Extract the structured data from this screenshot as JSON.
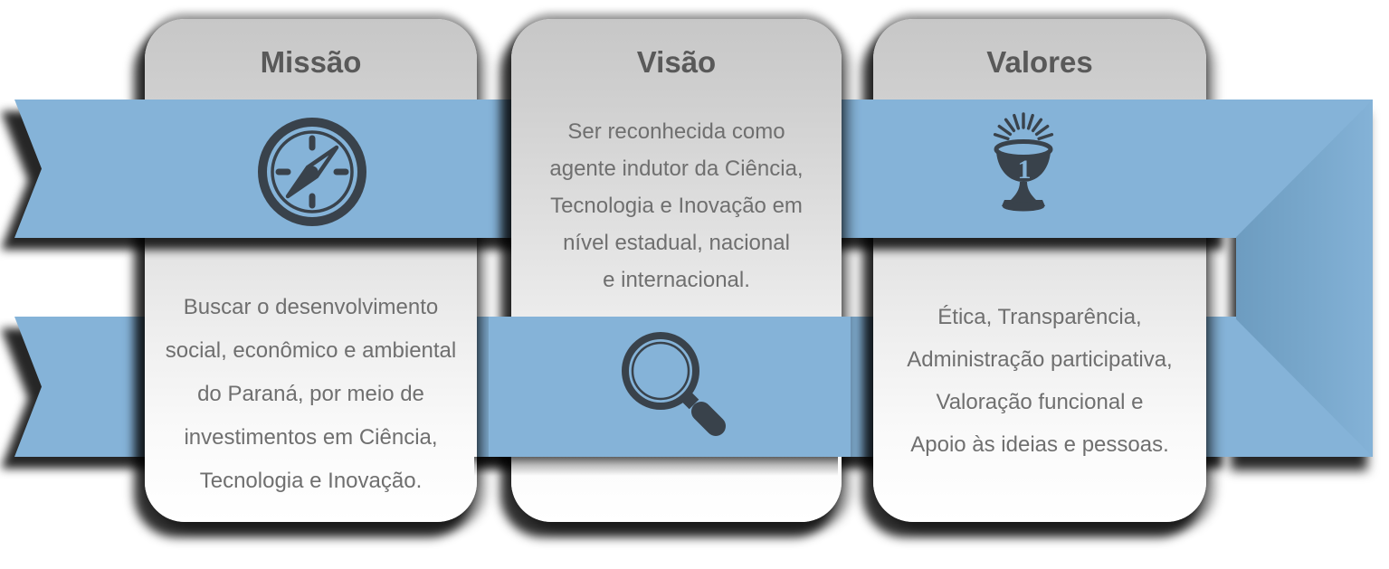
{
  "diagram": {
    "cards": [
      {
        "title": "Missão",
        "icon": "compass-icon",
        "body_lines": [
          "Buscar o desenvolvimento",
          "social, econômico e ambiental",
          "do Paraná, por meio de",
          "investimentos em Ciência,",
          "Tecnologia e Inovação."
        ]
      },
      {
        "title": "Visão",
        "icon": "magnifier-icon",
        "body_lines": [
          "Ser reconhecida como",
          "agente indutor da Ciência,",
          "Tecnologia e Inovação em",
          "nível estadual, nacional",
          "e internacional."
        ]
      },
      {
        "title": "Valores",
        "icon": "trophy-icon",
        "trophy_number": "1",
        "body_lines": [
          "Ética, Transparência,",
          "Administração participativa,",
          "Valoração funcional e",
          "Apoio às ideias e pessoas."
        ]
      }
    ],
    "colors": {
      "ribbon_blue": "#85b3d8",
      "arrow_fold_blue": "#6d9cc0",
      "icon_dark": "#39424b",
      "title_gray": "#595959",
      "body_gray": "#6f6f6f",
      "card_gradient_top": "#c7c7c7",
      "card_gradient_bottom": "#ffffff",
      "shadow": "#000000"
    }
  }
}
